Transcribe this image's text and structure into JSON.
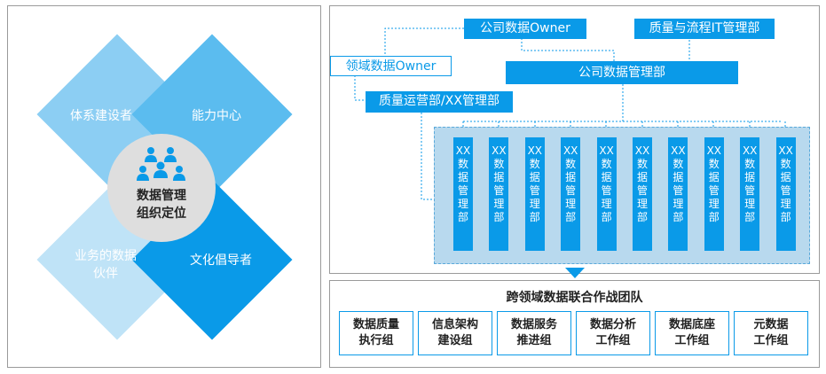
{
  "roles": {
    "top_left": "体系建设者",
    "top_right": "能力中心",
    "bottom_left_line1": "业务的数据",
    "bottom_left_line2": "伙伴",
    "bottom_right": "文化倡导者",
    "center_line1": "数据管理",
    "center_line2": "组织定位",
    "center_icon": "people-group-icon"
  },
  "colors": {
    "light_blue": "#8ccef3",
    "mid_blue": "#5bbcef",
    "pale_blue": "#bfe3f7",
    "dark_blue": "#0a9ae8",
    "disc_gray": "#dedede"
  },
  "org": {
    "company_owner": "公司数据Owner",
    "quality_it": "质量与流程IT管理部",
    "domain_owner": "领域数据Owner",
    "company_dept": "公司数据管理部",
    "quality_ops": "质量运营部/XX管理部",
    "dept_chars": [
      "XX",
      "数",
      "据",
      "管",
      "理",
      "部"
    ],
    "dept_count": 10
  },
  "team": {
    "title": "跨领域数据联合作战团队",
    "groups": [
      {
        "line1": "数据质量",
        "line2": "执行组"
      },
      {
        "line1": "信息架构",
        "line2": "建设组"
      },
      {
        "line1": "数据服务",
        "line2": "推进组"
      },
      {
        "line1": "数据分析",
        "line2": "工作组"
      },
      {
        "line1": "数据底座",
        "line2": "工作组"
      },
      {
        "line1": "元数据",
        "line2": "工作组"
      }
    ]
  }
}
